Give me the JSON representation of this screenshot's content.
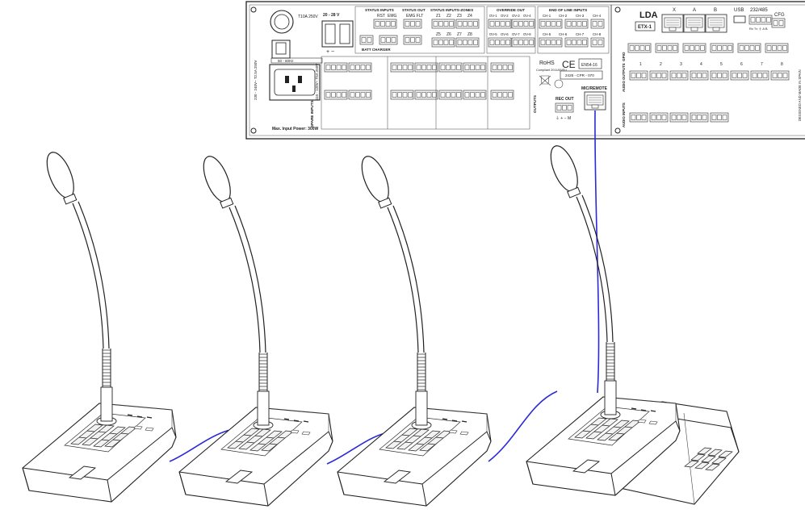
{
  "panel": {
    "brand": "LDA",
    "fuse": "T10A 250V",
    "psu_voltage": "20 - 28 V",
    "mains_freq": "50 - 60Hz",
    "mains_rating": "230 - 240V~ T2.5A 250V",
    "mains_rating_b": "110 - 120V~ T5A 250V",
    "max_power": "Max. Input Power: 300W",
    "status_inputs": "STATUS INPUTS",
    "rst": "RST",
    "emg": "EMG",
    "status_out": "STATUS OUT",
    "emg_flt": "EMG FLT",
    "status_inputs_zones": "STATUS INPUTS-ZONES",
    "zones_top": [
      "Z1",
      "Z2",
      "Z3",
      "Z4"
    ],
    "zones_bottom": [
      "Z5",
      "Z6",
      "Z7",
      "Z8"
    ],
    "override_out": "OVERRIDE OUT",
    "ov_top": [
      "OV-1",
      "OV-2",
      "OV-3",
      "OV-4"
    ],
    "ov_bottom": [
      "OV-5",
      "OV-6",
      "OV-7",
      "OV-8"
    ],
    "end_of_line": "END OF LINE INPUTS",
    "eol_top": [
      "CH-1",
      "CH-2",
      "CH-3",
      "CH-4"
    ],
    "eol_bottom": [
      "CH-5",
      "CH-6",
      "CH-7",
      "CH-8"
    ],
    "batt": "BATT CHARGER",
    "spare_inputs": "SPARE INPUTS",
    "outputs": "OUTPUTS",
    "rohs": "RoHS",
    "rohs_sub": "Compliant 2011/65/EU",
    "ce": "CE",
    "en54": "EN54-16",
    "cpr": "2425 - CPR - 070",
    "rec_out": "REC OUT",
    "mic_remote": "MIC/REMOTE",
    "etx": "ETX-1",
    "port_x": "X",
    "port_a": "A",
    "port_b": "B",
    "usb": "USB",
    "rs": "232/485",
    "rs_sub": "Rx Tx ⏚  A  B",
    "cfg": "CFG",
    "gpio": "GPIO",
    "audio_outputs": "AUDIO OUTPUTS",
    "audio_inputs": "AUDIO INPUTS",
    "channel_numbers": [
      "1",
      "2",
      "3",
      "4",
      "5",
      "6",
      "7",
      "8"
    ],
    "side_text": "DESIGNED AND MADE IN SPAIN"
  },
  "consoles": [
    {
      "id": "console-1",
      "type": "call-station"
    },
    {
      "id": "console-2",
      "type": "call-station"
    },
    {
      "id": "console-3",
      "type": "call-station"
    },
    {
      "id": "console-4",
      "type": "call-station-with-2-extensions"
    }
  ],
  "colors": {
    "cable": "#2a2ad8",
    "line": "#222222",
    "panel_bg": "#ffffff"
  },
  "connections": [
    {
      "from": "console-1",
      "to": "console-2"
    },
    {
      "from": "console-2",
      "to": "console-3"
    },
    {
      "from": "console-3",
      "to": "console-4"
    },
    {
      "from": "console-4",
      "to": "panel.mic_remote"
    }
  ]
}
